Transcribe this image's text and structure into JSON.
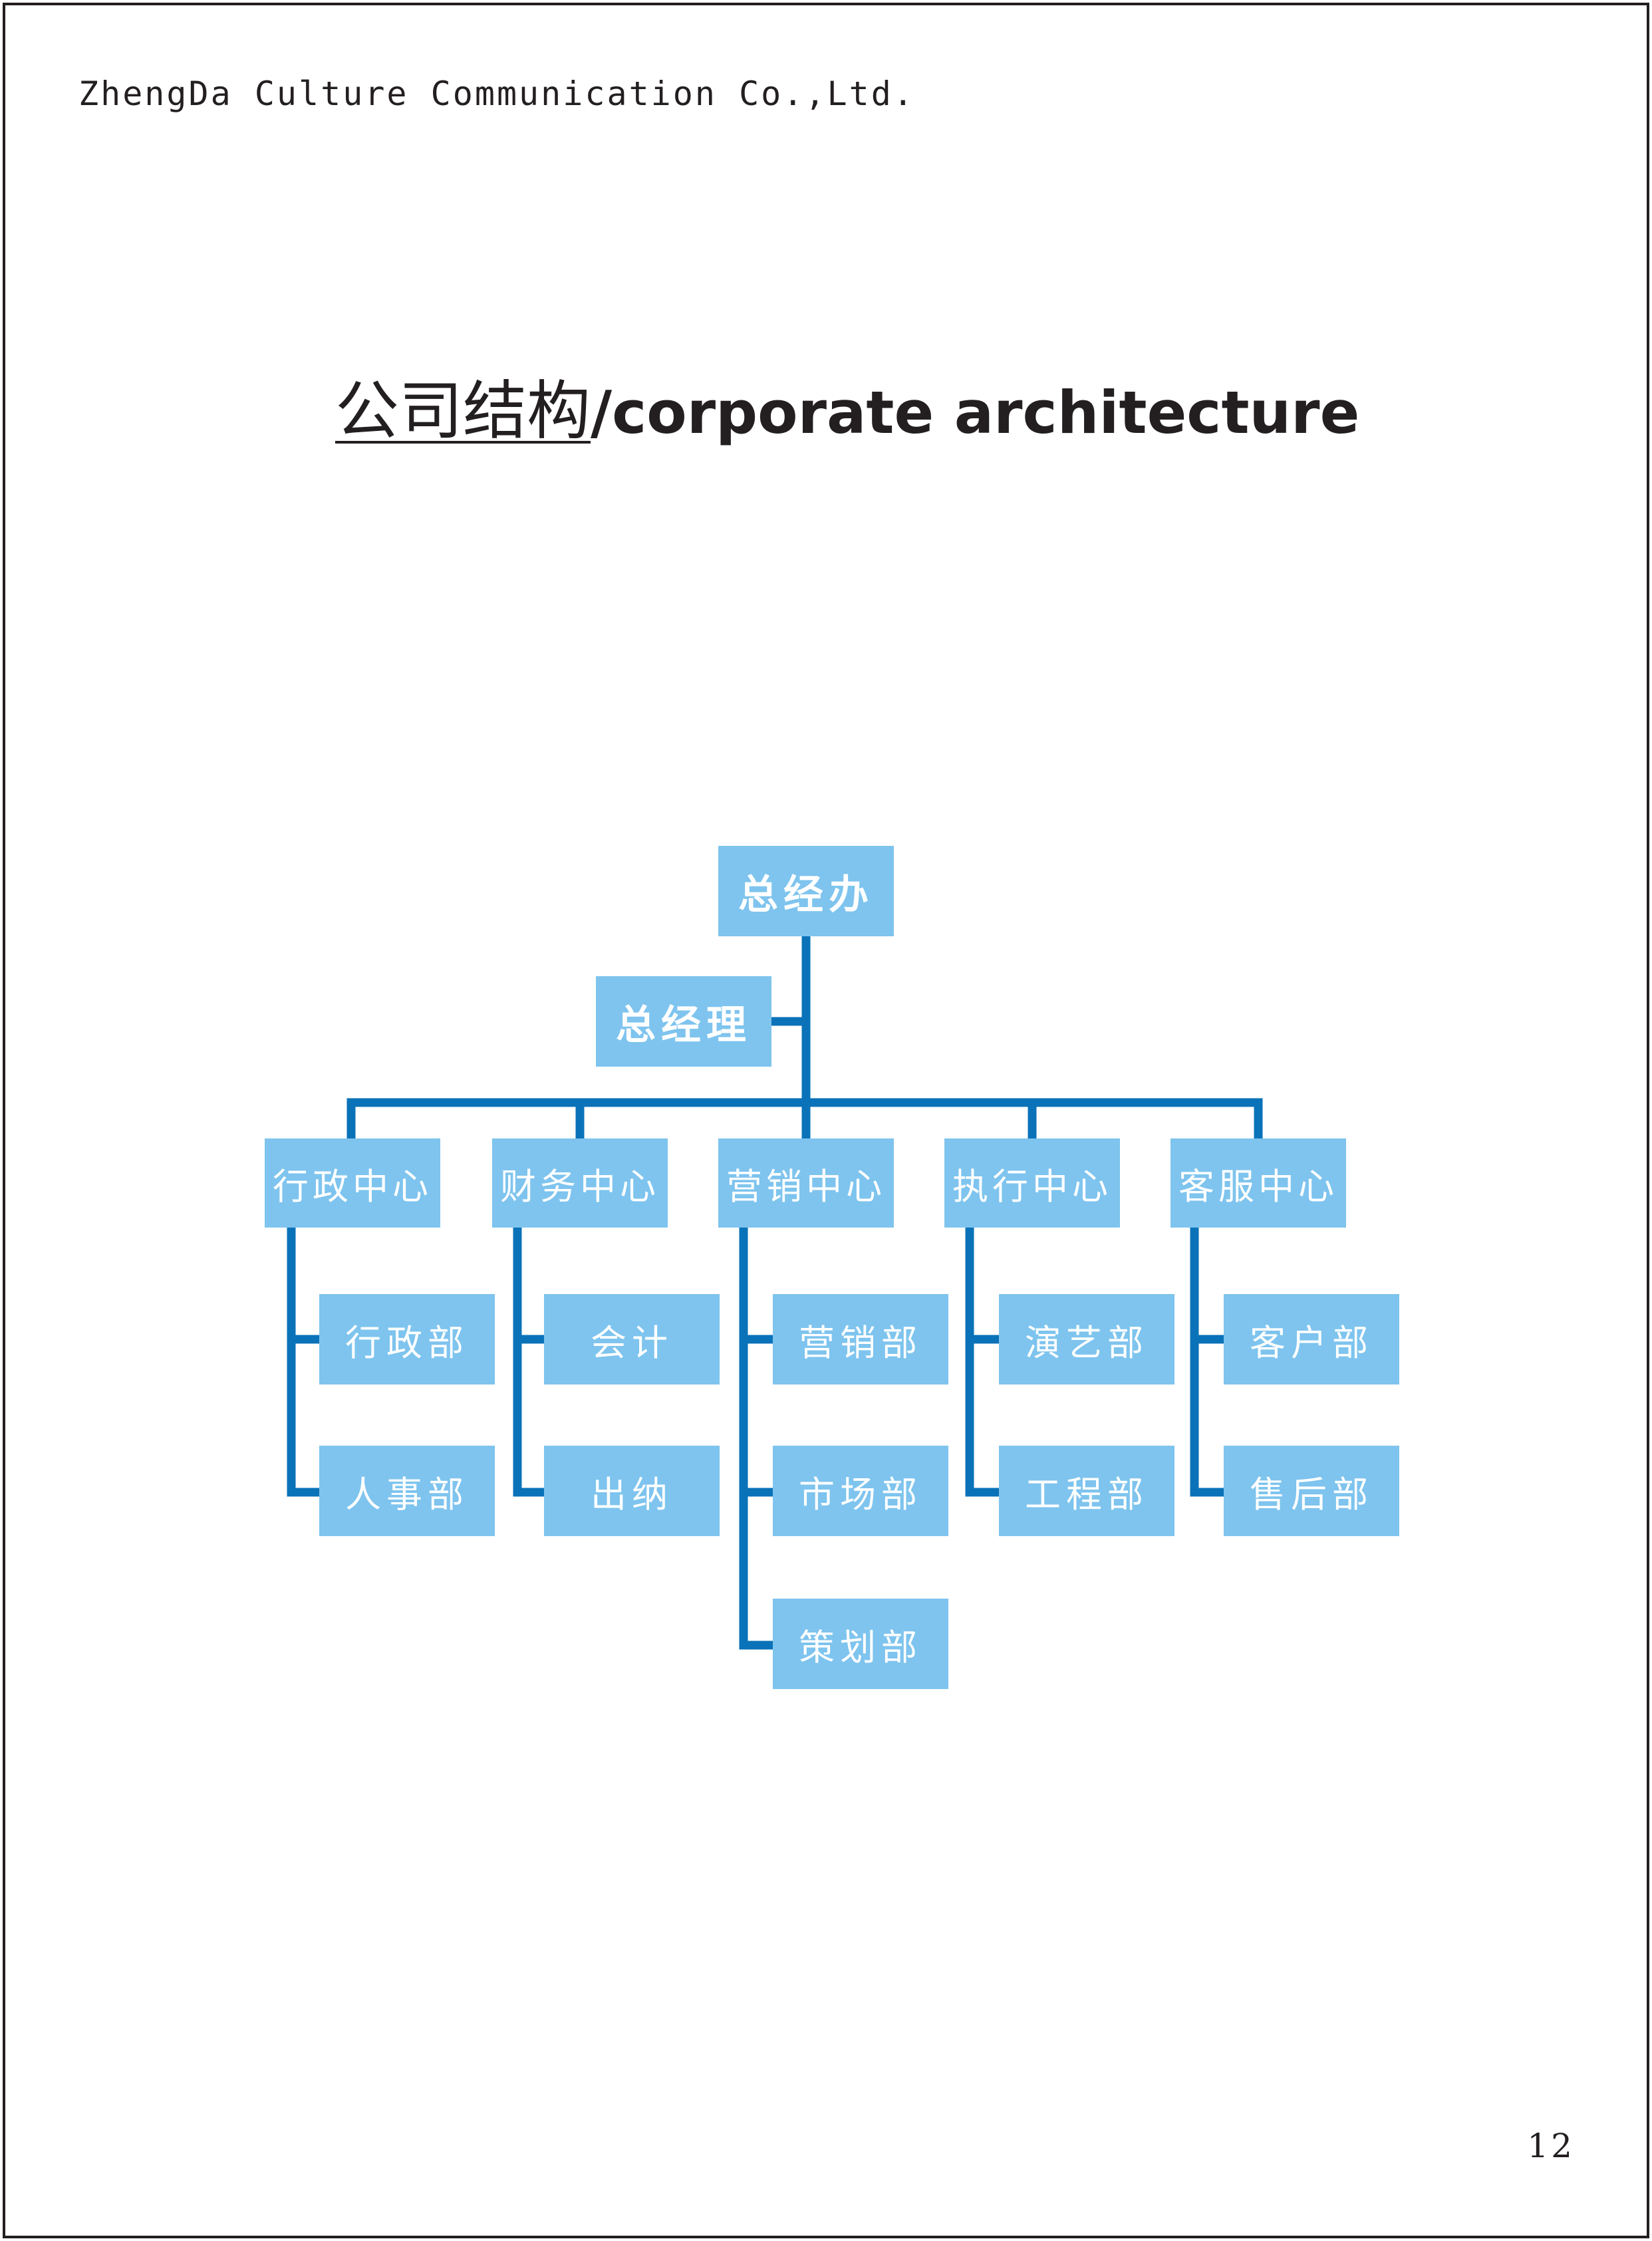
{
  "header": {
    "company": "ZhengDa Culture Communication Co.,Ltd."
  },
  "title": {
    "chinese": "公司结构",
    "english": "/corporate architecture"
  },
  "org_chart": {
    "top": "总经办",
    "manager": "总经理",
    "centers": [
      {
        "label": "行政中心",
        "departments": [
          "行政部",
          "人事部"
        ]
      },
      {
        "label": "财务中心",
        "departments": [
          "会计",
          "出纳"
        ]
      },
      {
        "label": "营销中心",
        "departments": [
          "营销部",
          "市场部",
          "策划部"
        ]
      },
      {
        "label": "执行中心",
        "departments": [
          "演艺部",
          "工程部"
        ]
      },
      {
        "label": "客服中心",
        "departments": [
          "客户部",
          "售后部"
        ]
      }
    ]
  },
  "colors": {
    "box": "#7ec4ee",
    "line": "#0a72b8",
    "text": "#231f20"
  },
  "page_number": "12"
}
